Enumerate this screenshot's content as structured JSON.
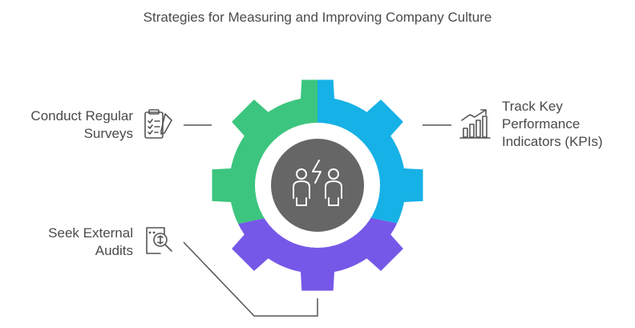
{
  "title": "Strategies for Measuring and Improving Company Culture",
  "items": [
    {
      "lines": [
        "Conduct Regular",
        "Surveys"
      ],
      "icon": "survey-clipboard-icon",
      "color": "#3cc57e"
    },
    {
      "lines": [
        "Track Key",
        "Performance",
        "Indicators (KPIs)"
      ],
      "icon": "kpi-chart-icon",
      "color": "#16b1e6"
    },
    {
      "lines": [
        "Seek External",
        "Audits"
      ],
      "icon": "audit-magnifier-icon",
      "color": "#7658e8"
    }
  ],
  "center": {
    "icon": "people-interaction-icon",
    "color": "#666666"
  }
}
